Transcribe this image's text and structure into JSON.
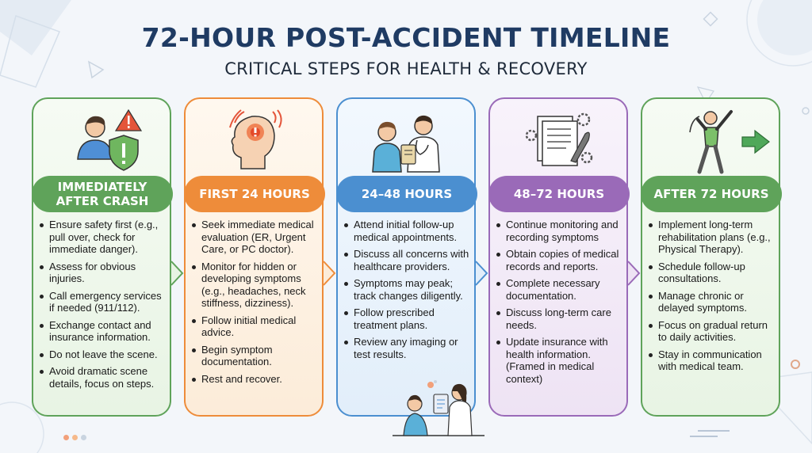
{
  "header": {
    "title": "72-HOUR POST-ACCIDENT TIMELINE",
    "subtitle": "CRITICAL STEPS FOR HEALTH & RECOVERY"
  },
  "stages": [
    {
      "heading": "IMMEDIATELY AFTER CRASH",
      "color": "#5fa35a",
      "tint": "#eaf5e6",
      "icon": "person-shield-warning-icon",
      "items": [
        "Ensure safety first (e.g., pull over, check for immediate danger).",
        "Assess for obvious injuries.",
        "Call emergency services if needed (911/112).",
        "Exchange contact and insurance information.",
        "Do not leave the scene.",
        "Avoid dramatic scene details, focus on steps."
      ]
    },
    {
      "heading": "FIRST 24 HOURS",
      "color": "#ee8c3a",
      "tint": "#fdf0e2",
      "icon": "head-pain-icon",
      "items": [
        "Seek immediate medical evaluation (ER, Urgent Care, or PC doctor).",
        "Monitor for hidden or developing symptoms (e.g., headaches, neck stiffness, dizziness).",
        "Follow initial medical advice.",
        "Begin symptom documentation.",
        "Rest and recover."
      ]
    },
    {
      "heading": "24–48 HOURS",
      "color": "#4b8fd0",
      "tint": "#e6f0fa",
      "icon": "patient-doctor-icon",
      "items": [
        "Attend initial follow-up medical appointments.",
        "Discuss all concerns with healthcare providers.",
        "Symptoms may peak; track changes diligently.",
        "Follow prescribed treatment plans.",
        "Review any imaging or test results."
      ]
    },
    {
      "heading": "48–72 HOURS",
      "color": "#9a6ab8",
      "tint": "#f1e9f6",
      "icon": "documents-gears-icon",
      "items": [
        "Continue monitoring and recording symptoms",
        "Obtain copies of medical records and reports.",
        "Complete necessary documentation.",
        "Discuss long-term care needs.",
        "Update insurance with health information. (Framed in medical context)"
      ]
    },
    {
      "heading": "AFTER 72 HOURS",
      "color": "#5fa35a",
      "tint": "#eaf5e6",
      "icon": "stretching-person-arrow-icon",
      "items": [
        "Implement long-term rehabilitation plans (e.g., Physical Therapy).",
        "Schedule follow-up consultations.",
        "Manage chronic or delayed symptoms.",
        "Focus on gradual return to daily activities.",
        "Stay in communication with medical team."
      ]
    }
  ]
}
